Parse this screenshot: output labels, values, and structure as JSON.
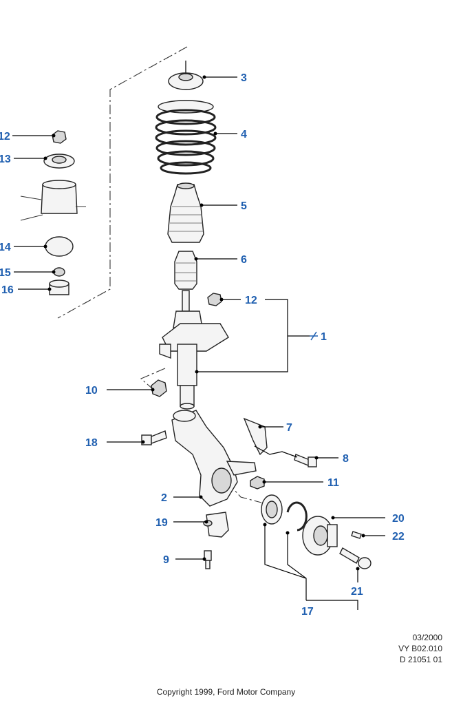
{
  "callouts": [
    {
      "id": "c1",
      "text": "1"
    },
    {
      "id": "c2",
      "text": "2"
    },
    {
      "id": "c3",
      "text": "3"
    },
    {
      "id": "c4",
      "text": "4"
    },
    {
      "id": "c5",
      "text": "5"
    },
    {
      "id": "c6",
      "text": "6"
    },
    {
      "id": "c7",
      "text": "7"
    },
    {
      "id": "c8",
      "text": "8"
    },
    {
      "id": "c9",
      "text": "9"
    },
    {
      "id": "c10",
      "text": "10"
    },
    {
      "id": "c11",
      "text": "11"
    },
    {
      "id": "c12a",
      "text": "12"
    },
    {
      "id": "c12b",
      "text": "12"
    },
    {
      "id": "c13",
      "text": "13"
    },
    {
      "id": "c14",
      "text": "14"
    },
    {
      "id": "c15",
      "text": "15"
    },
    {
      "id": "c16",
      "text": "16"
    },
    {
      "id": "c17",
      "text": "17"
    },
    {
      "id": "c18",
      "text": "18"
    },
    {
      "id": "c19",
      "text": "19"
    },
    {
      "id": "c20",
      "text": "20"
    },
    {
      "id": "c21",
      "text": "21"
    },
    {
      "id": "c22",
      "text": "22"
    }
  ],
  "info": {
    "date": "03/2000",
    "code": "VY B02.010",
    "drawing": "D 21051 01"
  },
  "copyright": "Copyright 1999, Ford Motor Company",
  "colors": {
    "callout": "#1f5fb0",
    "line": "#000000"
  }
}
